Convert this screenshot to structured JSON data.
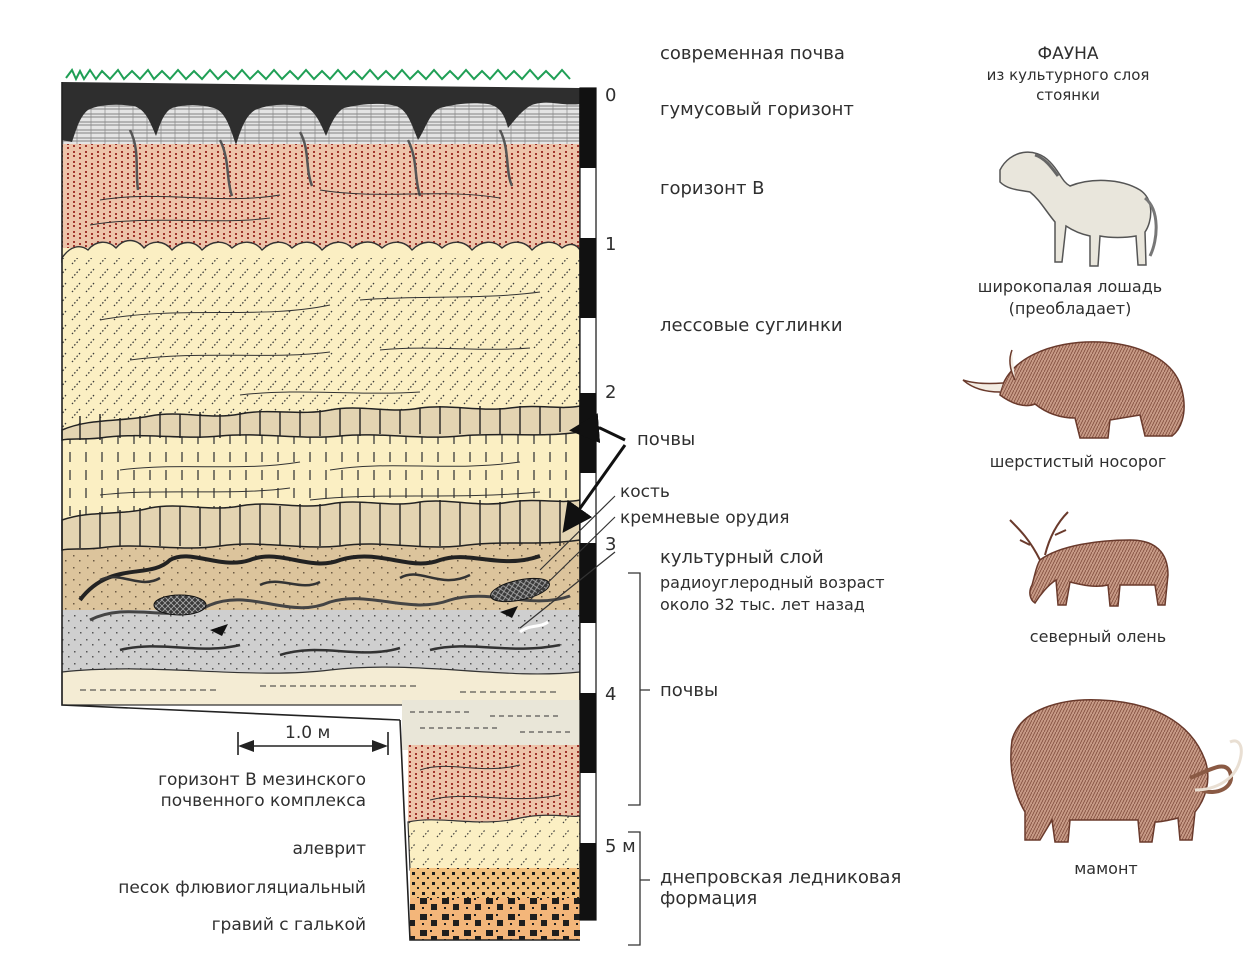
{
  "layers": {
    "modern_soil": "современная почва",
    "humus": "гумусовый горизонт",
    "horizon_b": "горизонт В",
    "loess": "лессовые суглинки",
    "soils_upper": "почвы",
    "bone": "кость",
    "flint_tools": "кремневые орудия",
    "cultural_layer": "культурный слой",
    "radiocarbon_1": "радиоуглеродный возраст",
    "radiocarbon_2": "около 32 тыс. лет назад",
    "soils_lower": "почвы",
    "mezin_1": "горизонт В мезинского",
    "mezin_2": "почвенного комплекса",
    "silt": "алеврит",
    "sand": "песок флювиогляциальный",
    "gravel": "гравий с галькой",
    "dnieper_1": "днепровская ледниковая",
    "dnieper_2": "формация"
  },
  "scale": {
    "ticks": [
      "0",
      "1",
      "2",
      "3",
      "4",
      "5 м"
    ],
    "bar_label": "1.0 м"
  },
  "fauna": {
    "title": "ФАУНА",
    "subtitle_1": "из культурного слоя",
    "subtitle_2": "стоянки",
    "animals": [
      {
        "line1": "широкопалая лошадь",
        "line2": "(преобладает)"
      },
      {
        "line1": "шерстистый носорог",
        "line2": ""
      },
      {
        "line1": "северный олень",
        "line2": ""
      },
      {
        "line1": "мамонт",
        "line2": ""
      }
    ]
  },
  "colors": {
    "soil_red": "#e8b89e",
    "loess": "#fbeec0",
    "cultural": "#dcc49c",
    "grey_silt": "#cfcfcf",
    "sand_orange": "#f4b77c",
    "grass": "#1f9f55"
  }
}
